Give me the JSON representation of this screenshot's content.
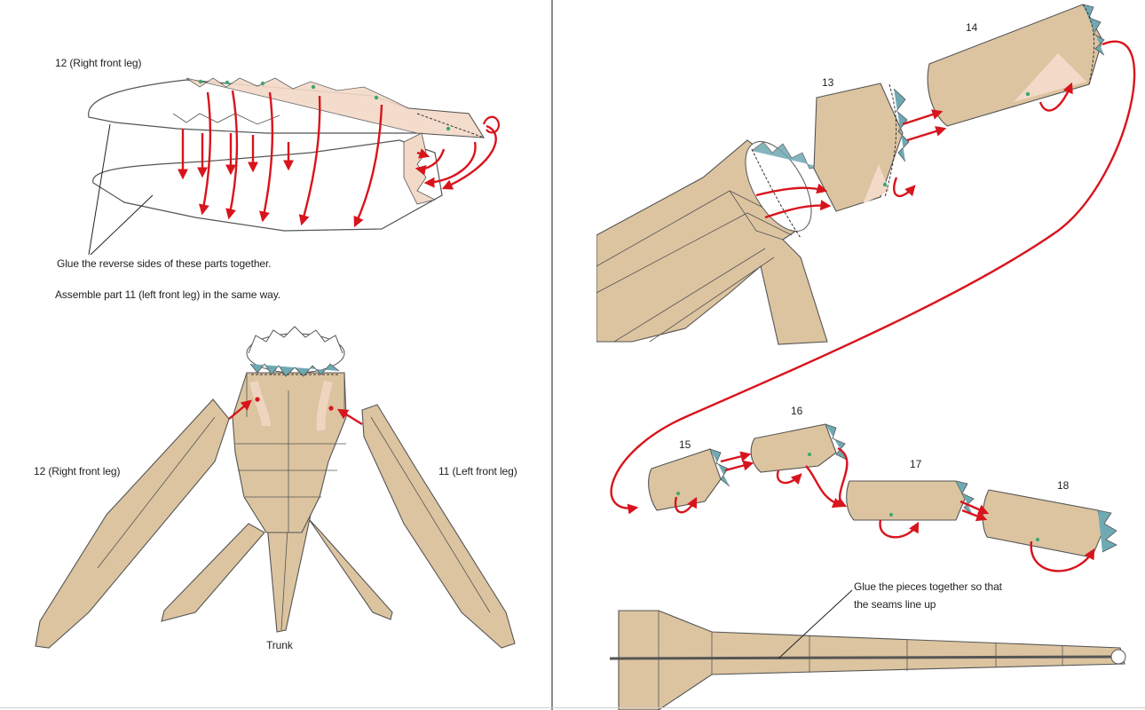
{
  "colors": {
    "paper": "#dcc4a0",
    "paper_light": "#f3d9c8",
    "outline": "#555555",
    "arrow": "#d8141c",
    "tab": "#6fa9b3",
    "glue_dot": "#3aa86b"
  },
  "left_page": {
    "part12_title": "12 (Right front leg)",
    "glue_note": "Glue the reverse sides of these parts together.",
    "assemble_note": "Assemble part 11 (left front leg) in the same way.",
    "label_right_leg": "12 (Right front leg)",
    "label_left_leg": "11 (Left front leg)",
    "label_trunk": "Trunk"
  },
  "right_page": {
    "part_numbers": [
      "13",
      "14",
      "15",
      "16",
      "17",
      "18"
    ],
    "seam_note_line1": "Glue the pieces together so that",
    "seam_note_line2": "the seams line up"
  }
}
